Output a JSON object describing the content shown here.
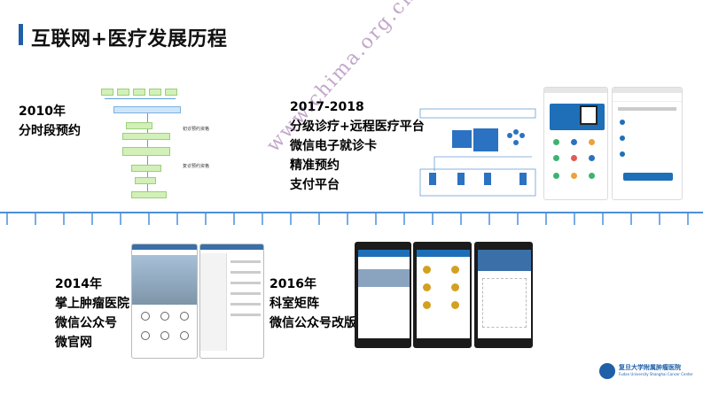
{
  "title": "互联网+医疗发展历程",
  "milestones": {
    "m2010": {
      "year": "2010年",
      "line1": "分时段预约"
    },
    "m2017": {
      "year": "2017-2018",
      "line1": "分级诊疗+远程医疗平台",
      "line2": "微信电子就诊卡",
      "line3": "精准预约",
      "line4": "支付平台"
    },
    "m2014": {
      "year": "2014年",
      "line1": "掌上肿瘤医院",
      "line2": "微信公众号",
      "line3": "微官网"
    },
    "m2016": {
      "year": "2016年",
      "line1": "科室矩阵",
      "line2": "微信公众号改版"
    }
  },
  "flowchart": {
    "labels": [
      "初诊预约资格",
      "复诊预约资格"
    ]
  },
  "watermark": "www.chima.org.cn",
  "logo": {
    "name": "复旦大学附属肿瘤医院",
    "english": "Fudan University Shanghai Cancer Center"
  },
  "colors": {
    "accent": "#1f5fa8",
    "timeline": "#4a90d9"
  }
}
